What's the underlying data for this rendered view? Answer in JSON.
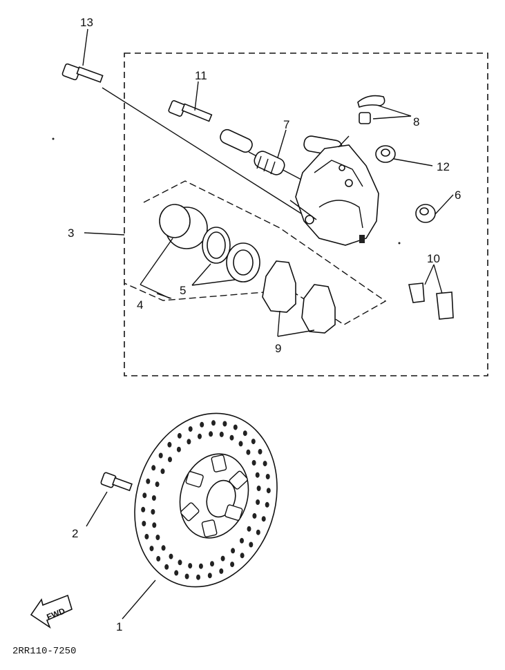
{
  "labels": {
    "p1": "1",
    "p2": "2",
    "p3": "3",
    "p4": "4",
    "p5": "5",
    "p6": "6",
    "p7": "7",
    "p8": "8",
    "p9": "9",
    "p10": "10",
    "p11": "11",
    "p12": "12",
    "p13": "13"
  },
  "fwd_label": "FWD",
  "diagram_code": "2RR110-7250"
}
